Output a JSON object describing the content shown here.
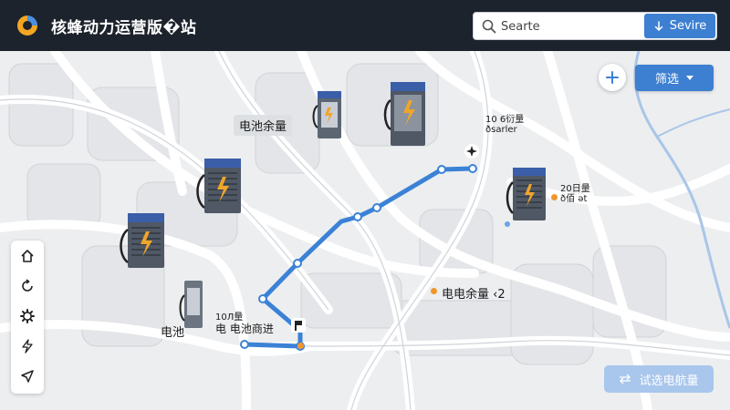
{
  "header": {
    "title": "核蜂动力运营版�站",
    "search": {
      "placeholder": "Searte",
      "button_label": "Sevire"
    }
  },
  "map_controls": {
    "zoom_in_icon": "plus-icon",
    "filter_label": "筛选",
    "nav_button_label": "试选电航量"
  },
  "toolbar": {
    "items": [
      {
        "name": "home",
        "icon": "home-icon"
      },
      {
        "name": "refresh",
        "icon": "refresh-icon"
      },
      {
        "name": "settings",
        "icon": "gear-icon"
      },
      {
        "name": "lightning",
        "icon": "lightning-icon"
      },
      {
        "name": "navigate",
        "icon": "navigate-icon"
      }
    ]
  },
  "map_labels": {
    "battery_remaining": "电池余量",
    "station_top_right_line1": "10  6衍量",
    "station_top_right_line2": "ðsarler",
    "station_right_line1": "20日量",
    "station_right_line2": "ð佰 ət",
    "battery_remaining_center": "电电余量 ‹2",
    "battery_left": "电池",
    "battery_route_line1": "10Л量",
    "battery_route_line2": "电 电池商进"
  },
  "colors": {
    "header_bg": "#1d232c",
    "accent": "#3d7fd1",
    "route": "#3b82d6",
    "marker_orange": "#f0962e"
  }
}
